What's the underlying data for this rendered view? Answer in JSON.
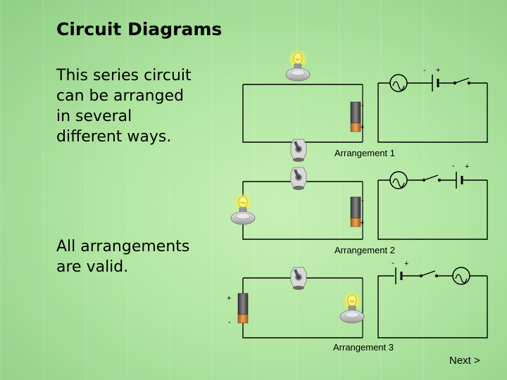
{
  "title": "Circuit Diagrams",
  "intro_lines": [
    "This series circuit",
    "can be arranged",
    "in several",
    "different ways."
  ],
  "conclusion_lines": [
    "All arrangements",
    "are valid."
  ],
  "arrangements": [
    {
      "label": "Arrangement 1"
    },
    {
      "label": "Arrangement 2"
    },
    {
      "label": "Arrangement 3"
    }
  ],
  "signs": {
    "minus": "-",
    "plus": "+"
  },
  "next_label": "Next >",
  "colors": {
    "bulb": "#f7ef4c",
    "battery_orange": "#d9853a",
    "battery_dark": "#555555",
    "wire": "#000000"
  }
}
